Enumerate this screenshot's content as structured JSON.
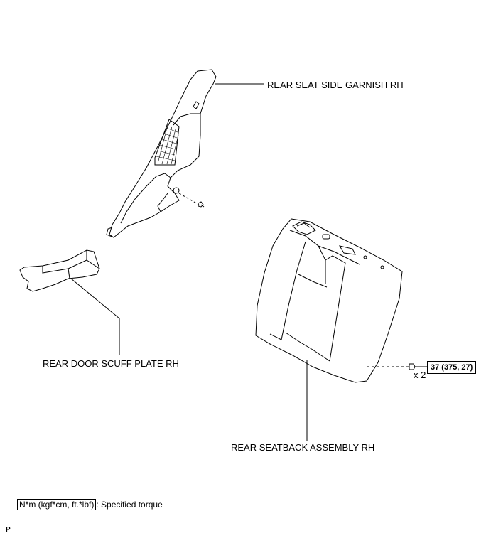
{
  "labels": {
    "garnish": "REAR SEAT SIDE GARNISH RH",
    "scuff_plate": "REAR DOOR SCUFF PLATE RH",
    "seatback": "REAR SEATBACK ASSEMBLY RH"
  },
  "torque": {
    "value": "37 (375, 27)",
    "quantity": "x 2"
  },
  "legend": {
    "unit_box": "N*m (kgf*cm, ft.*lbf)",
    "description": ": Specified torque"
  },
  "figure_id": "P"
}
